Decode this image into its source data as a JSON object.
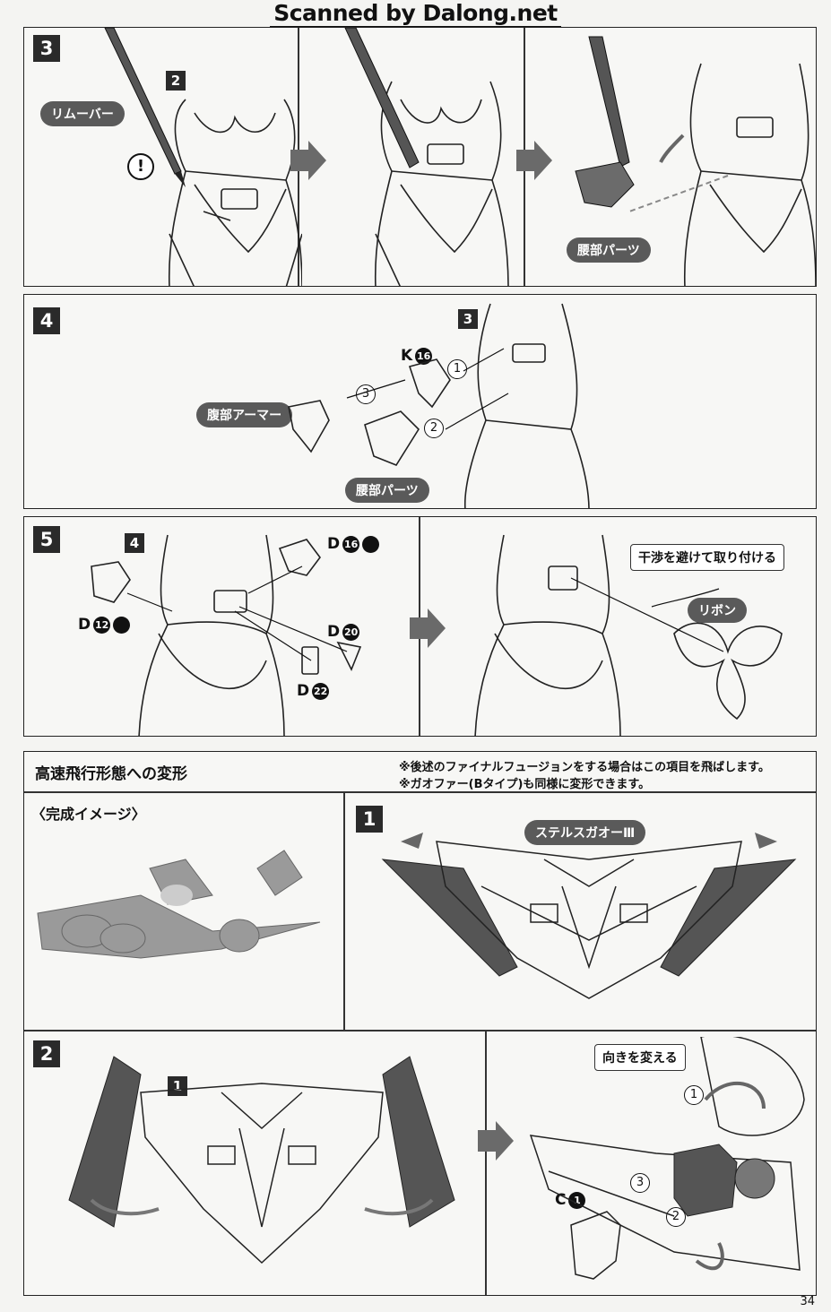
{
  "scanner_credit": "Scanned by Dalong.net",
  "step3": {
    "number": "3",
    "sub_ref": "2",
    "remover_label": "リムーバー",
    "caution_mark": "!",
    "waist_part_label": "腰部パーツ"
  },
  "step4": {
    "number": "4",
    "sub_ref": "3",
    "abdomen_armor_label": "腹部アーマー",
    "waist_part_label": "腰部パーツ",
    "part_k": {
      "letter": "K",
      "num": "16"
    },
    "order": [
      "1",
      "2",
      "3"
    ]
  },
  "step5": {
    "number": "5",
    "sub_ref": "4",
    "parts": [
      {
        "letter": "D",
        "num": "16"
      },
      {
        "letter": "D",
        "num": "12"
      },
      {
        "letter": "D",
        "num": "20"
      },
      {
        "letter": "D",
        "num": "22"
      }
    ],
    "avoid_label": "干渉を避けて取り付ける",
    "ribbon_label": "リボン"
  },
  "transform": {
    "title": "高速飛行形態への変形",
    "note1": "※後述のファイナルフュージョンをする場合はこの項目を飛ばします。",
    "note2": "※ガオファー(Bタイプ)も同様に変形できます。",
    "complete_image_label": "〈完成イメージ〉",
    "step1": {
      "number": "1",
      "stealth_label": "ステルスガオーⅢ"
    },
    "step2": {
      "number": "2",
      "sub_ref": "1",
      "orientation_label": "向きを変える",
      "part_c": {
        "letter": "C",
        "num": "1"
      },
      "order": [
        "1",
        "2",
        "3"
      ]
    }
  },
  "page_number": "34"
}
